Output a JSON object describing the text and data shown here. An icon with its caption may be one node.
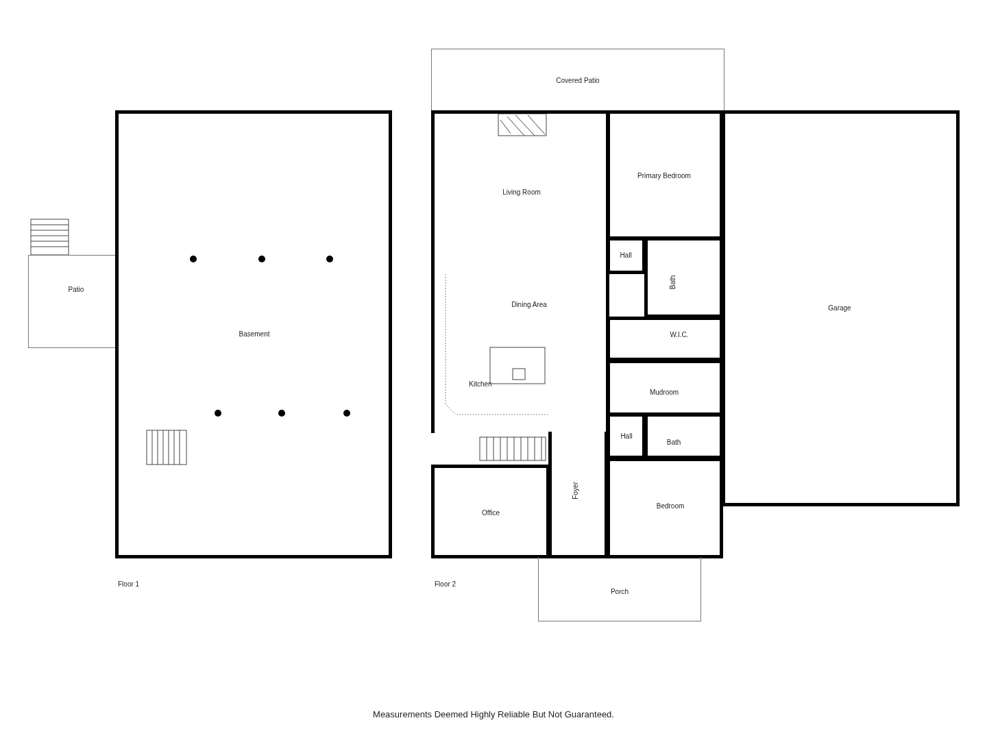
{
  "diagram": {
    "caption": "Measurements Deemed Highly Reliable But Not Guaranteed.",
    "nodes": [
      {
        "text": [
          "Patio"
        ]
      },
      {
        "text": [
          "Basement"
        ]
      },
      {
        "text": [
          "Covered Patio"
        ]
      },
      {
        "text": [
          "Living Room",
          "Dining Area",
          "Kitchen"
        ]
      },
      {
        "text": [
          "Primary Bedroom"
        ]
      },
      {
        "text": [
          "Hall"
        ]
      },
      {
        "text": [
          "Bath"
        ]
      },
      {
        "text": [
          "W.I.C."
        ]
      },
      {
        "text": [
          "Mudroom"
        ]
      },
      {
        "text": [
          "Hall"
        ]
      },
      {
        "text": [
          "Bath"
        ]
      },
      {
        "text": [
          "Bedroom"
        ]
      },
      {
        "text": [
          "Office"
        ]
      },
      {
        "text": [
          "Foyer"
        ]
      },
      {
        "text": [
          "Garage"
        ]
      },
      {
        "text": [
          "Porch"
        ]
      }
    ],
    "edges": [],
    "labels": [
      "Floor 1",
      "Floor 2"
    ]
  }
}
